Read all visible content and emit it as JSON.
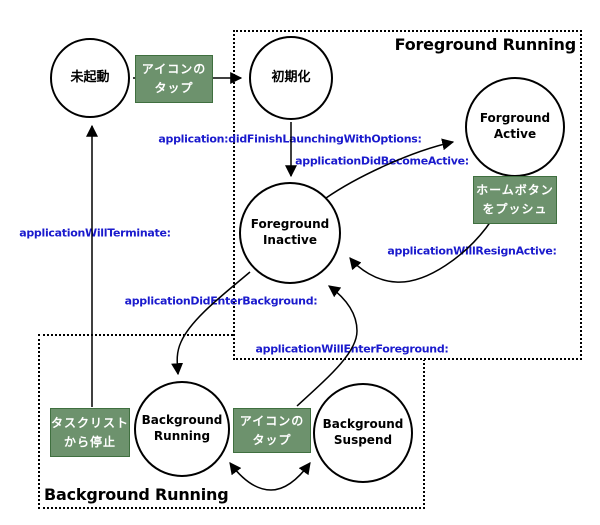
{
  "groups": {
    "foreground": {
      "title": "Foreground Running"
    },
    "background": {
      "title": "Background Running"
    }
  },
  "states": [
    {
      "id": "not-launched",
      "label": "未起動"
    },
    {
      "id": "initializing",
      "label": "初期化"
    },
    {
      "id": "foreground-active",
      "label": "Forground\nActive"
    },
    {
      "id": "foreground-inactive",
      "label": "Foreground\nInactive"
    },
    {
      "id": "background-running",
      "label": "Background\nRunning"
    },
    {
      "id": "background-suspend",
      "label": "Background\nSuspend"
    }
  ],
  "actions": [
    {
      "id": "icon-tap-top",
      "label": "アイコンの\nタップ"
    },
    {
      "id": "home-button",
      "label": "ホームボタン\nをプッシュ"
    },
    {
      "id": "task-list-stop",
      "label": "タスクリスト\nから停止"
    },
    {
      "id": "icon-tap-bottom",
      "label": "アイコンの\nタップ"
    }
  ],
  "transitions": [
    {
      "id": "did-finish-launching",
      "label": "application:didFinishLaunchingWithOptions:"
    },
    {
      "id": "did-become-active",
      "label": "applicationDidBecomeActive:"
    },
    {
      "id": "will-resign-active",
      "label": "applicationWillResignActive:"
    },
    {
      "id": "will-terminate",
      "label": "applicationWillTerminate:"
    },
    {
      "id": "did-enter-background",
      "label": "applicationDidEnterBackground:"
    },
    {
      "id": "will-enter-foreground",
      "label": "applicationWillEnterForeground:"
    }
  ],
  "colors": {
    "action_green": "#6d926d",
    "action_green_border": "#3f6f3f",
    "transition_blue": "#1a1acd",
    "line": "#000000"
  }
}
